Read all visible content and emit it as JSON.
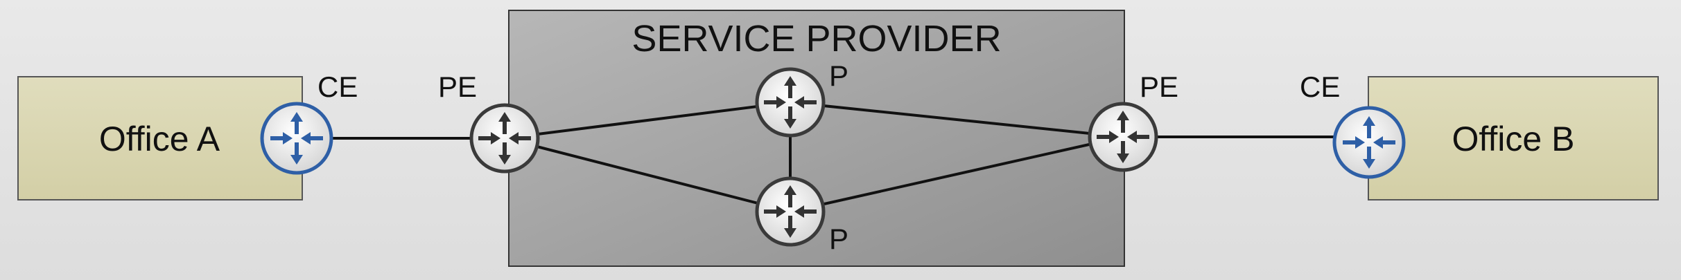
{
  "diagram": {
    "service_provider": {
      "title": "SERVICE PROVIDER"
    },
    "offices": {
      "left": {
        "name": "Office A"
      },
      "right": {
        "name": "Office B"
      }
    },
    "labels": {
      "ce_left": "CE",
      "pe_left": "PE",
      "p_top": "P",
      "p_bottom": "P",
      "pe_right": "PE",
      "ce_right": "CE"
    },
    "links": [
      [
        "ce-left",
        "pe-left"
      ],
      [
        "pe-left",
        "p-top"
      ],
      [
        "pe-left",
        "p-bottom"
      ],
      [
        "p-top",
        "p-bottom"
      ],
      [
        "p-top",
        "pe-right"
      ],
      [
        "p-bottom",
        "pe-right"
      ],
      [
        "pe-right",
        "ce-right"
      ]
    ],
    "colors": {
      "ce_router": "#2e5fa6",
      "pe_router": "#3a3a3a",
      "p_router": "#3a3a3a",
      "office_fill": "#dcd9b4",
      "provider_fill": "#a4a4a4"
    },
    "icons": {
      "router": "router-arrows-icon"
    }
  }
}
